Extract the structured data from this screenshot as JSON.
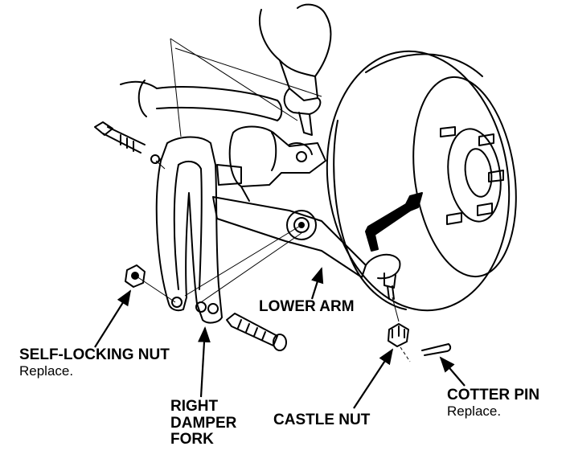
{
  "labels": {
    "lower_arm": {
      "title": "LOWER ARM"
    },
    "self_locking_nut": {
      "title": "SELF-LOCKING NUT",
      "note": "Replace."
    },
    "right_damper_fork": {
      "line1": "RIGHT",
      "line2": "DAMPER",
      "line3": "FORK"
    },
    "castle_nut": {
      "title": "CASTLE NUT"
    },
    "cotter_pin": {
      "title": "COTTER PIN",
      "note": "Replace."
    }
  },
  "colors": {
    "ink": "#000000",
    "paper": "#ffffff"
  }
}
